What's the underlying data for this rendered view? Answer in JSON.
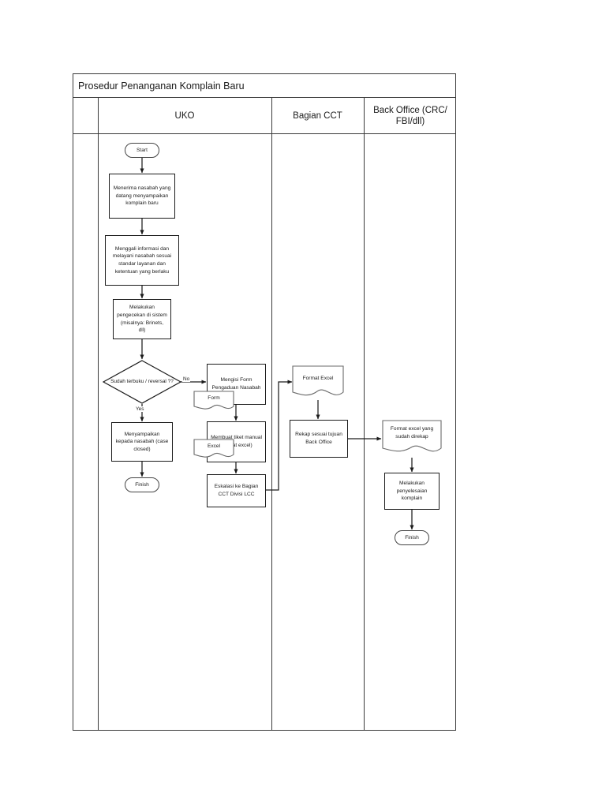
{
  "document": {
    "title": "Prosedur Penanganan Komplain Baru"
  },
  "swimlanes": {
    "headers": [
      {
        "label": "",
        "name": "lane-header-blank"
      },
      {
        "label": "UKO",
        "name": "lane-header-uko"
      },
      {
        "label": "Bagian CCT",
        "name": "lane-header-bagian-cct"
      },
      {
        "label": "Back Office (CRC/ FBI/dll)",
        "name": "lane-header-back-office"
      }
    ]
  },
  "flow": {
    "uko": {
      "start": "Start",
      "step_receive": "Menerima nasabah yang datang menyampaikan komplain baru",
      "step_dig_info": "Menggali informasi dan melayani nasabah sesuai standar layanan dan ketentuan yang berlaku",
      "step_check_system": "Melakukan pengecekan di sistem (misalnya: Brinets, dll)",
      "decision": "Sudah terbuku / reversal ??",
      "decision_yes": "Yes",
      "decision_no": "No",
      "step_inform_customer": "Menyampaikan kepada nasabah (case closed)",
      "finish": "Finish",
      "step_fill_form": "Mengisi Form Pengaduan Nasabah",
      "doc_form": "Form",
      "step_manual_ticket": "Membuat tiket manual (format excel)",
      "doc_excel": "Excel",
      "step_escalate": "Eskalasi ke Bagian CCT Divisi LCC"
    },
    "bagian_cct": {
      "doc_format_excel": "Format Excel",
      "step_rekap": "Rekap sesuai tujuan Back Office"
    },
    "back_office": {
      "doc_format_excel_recapped": "Format excel yang sudah direkap",
      "step_resolve": "Melakukan penyelesaian komplain",
      "finish": "Finish"
    }
  },
  "colors": {
    "stroke": "#1c1c1c",
    "frame": "#3a3a3a",
    "terminator": "#444444",
    "background": "#ffffff",
    "text": "#1a1a1a"
  }
}
